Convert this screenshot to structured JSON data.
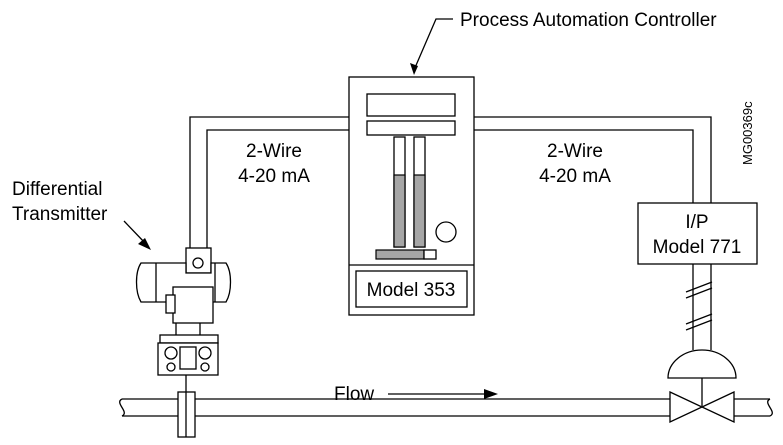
{
  "diagram": {
    "controller_callout": "Process Automation Controller",
    "left_wire_line1": "2-Wire",
    "left_wire_line2": "4-20 mA",
    "right_wire_line1": "2-Wire",
    "right_wire_line2": "4-20 mA",
    "transmitter_line1": "Differential",
    "transmitter_line2": "Transmitter",
    "controller_model": "Model 353",
    "ip_line1": "I/P",
    "ip_line2": "Model 771",
    "flow_label": "Flow",
    "figure_id": "MG00369c"
  }
}
